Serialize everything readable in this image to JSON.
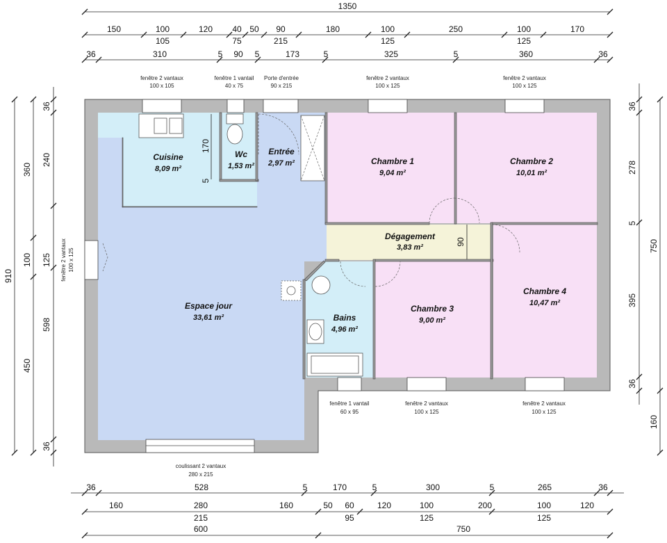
{
  "dimensions": {
    "top_total": "1350",
    "top_row2": [
      "150",
      "100",
      "120",
      "40",
      "50",
      "90",
      "180",
      "100",
      "250",
      "100",
      "170"
    ],
    "top_row2_sub": [
      "105",
      "75",
      "215",
      "125",
      "125"
    ],
    "top_row3": [
      "36",
      "310",
      "5",
      "90",
      "5",
      "173",
      "5",
      "325",
      "5",
      "360",
      "36"
    ],
    "bottom_row1": [
      "36",
      "528",
      "5",
      "170",
      "5",
      "300",
      "5",
      "265",
      "36"
    ],
    "bottom_row2": [
      "160",
      "280",
      "160",
      "50",
      "60",
      "120",
      "100",
      "200",
      "100",
      "120"
    ],
    "bottom_row3": [
      "215",
      "95",
      "125",
      "125"
    ],
    "bottom_row4": [
      "600",
      "750"
    ],
    "left_outer": "910",
    "left_mid": [
      "360",
      "100",
      "450"
    ],
    "left_inner": [
      "36",
      "240",
      "125",
      "598",
      "36"
    ],
    "right_inner": [
      "36",
      "278",
      "5",
      "395",
      "36"
    ],
    "right_outer": [
      "750",
      "160"
    ],
    "interior": [
      "170",
      "5",
      "90"
    ]
  },
  "openings": {
    "w_top_kitchen": [
      "fenêtre 2 vantaux",
      "100 x 105"
    ],
    "w_top_wc": [
      "fenêtre 1 vantail",
      "40 x 75"
    ],
    "w_top_door": [
      "Porte d'entrée",
      "90 x 215"
    ],
    "w_top_ch1": [
      "fenêtre 2 vantaux",
      "100 x 125"
    ],
    "w_top_ch2": [
      "fenêtre 2 vantaux",
      "100 x 125"
    ],
    "w_left": [
      "fenêtre 2 vantaux",
      "100 x 125"
    ],
    "w_bot_bath": [
      "fenêtre 1 vantail",
      "60 x 95"
    ],
    "w_bot_ch3": [
      "fenêtre 2 vantaux",
      "100 x 125"
    ],
    "w_bot_ch4": [
      "fenêtre 2 vantaux",
      "100 x 125"
    ],
    "w_bot_living": [
      "coulissant 2 vantaux",
      "280 x 215"
    ]
  },
  "rooms": {
    "cuisine": {
      "name": "Cuisine",
      "area": "8,09 m²",
      "color": "#d3eef8"
    },
    "wc": {
      "name": "Wc",
      "area": "1,53 m²",
      "color": "#d3eef8"
    },
    "entree": {
      "name": "Entrée",
      "area": "2,97 m²",
      "color": "#c9d9f4"
    },
    "chambre1": {
      "name": "Chambre 1",
      "area": "9,04 m²",
      "color": "#f8e0f6"
    },
    "chambre2": {
      "name": "Chambre 2",
      "area": "10,01 m²",
      "color": "#f8e0f6"
    },
    "degagement": {
      "name": "Dégagement",
      "area": "3,83 m²",
      "color": "#f5f3d9"
    },
    "espace": {
      "name": "Espace jour",
      "area": "33,61 m²",
      "color": "#c9d9f4"
    },
    "bains": {
      "name": "Bains",
      "area": "4,96 m²",
      "color": "#d3eef8"
    },
    "chambre3": {
      "name": "Chambre 3",
      "area": "9,00 m²",
      "color": "#f8e0f6"
    },
    "chambre4": {
      "name": "Chambre 4",
      "area": "10,47 m²",
      "color": "#f8e0f6"
    }
  },
  "colors": {
    "wall": "#b9b9b9",
    "partition": "#9a9a9a",
    "dimension_line": "#222222"
  }
}
